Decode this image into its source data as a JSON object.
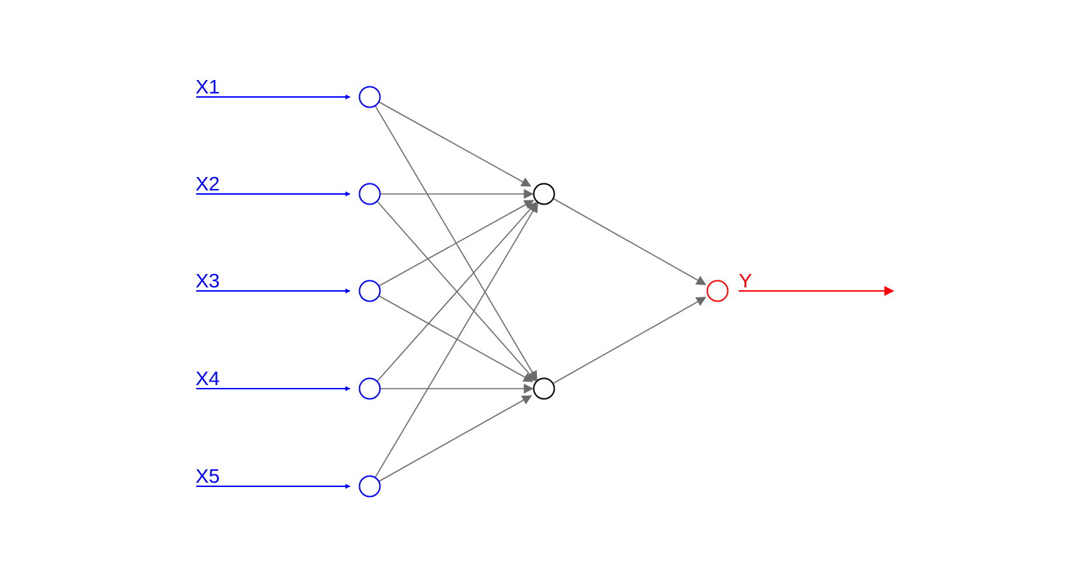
{
  "colors": {
    "input": "#0000ff",
    "hidden": "#000000",
    "output": "#ff0000",
    "connection": "#6b6b6b",
    "background": "#ffffff"
  },
  "layers": {
    "input": [
      {
        "label": "X1"
      },
      {
        "label": "X2"
      },
      {
        "label": "X3"
      },
      {
        "label": "X4"
      },
      {
        "label": "X5"
      }
    ],
    "hidden": [
      {
        "label": ""
      },
      {
        "label": ""
      }
    ],
    "output": [
      {
        "label": "Y"
      }
    ]
  },
  "connections": {
    "input_to_hidden": "fully-connected",
    "hidden_to_output": "fully-connected"
  }
}
